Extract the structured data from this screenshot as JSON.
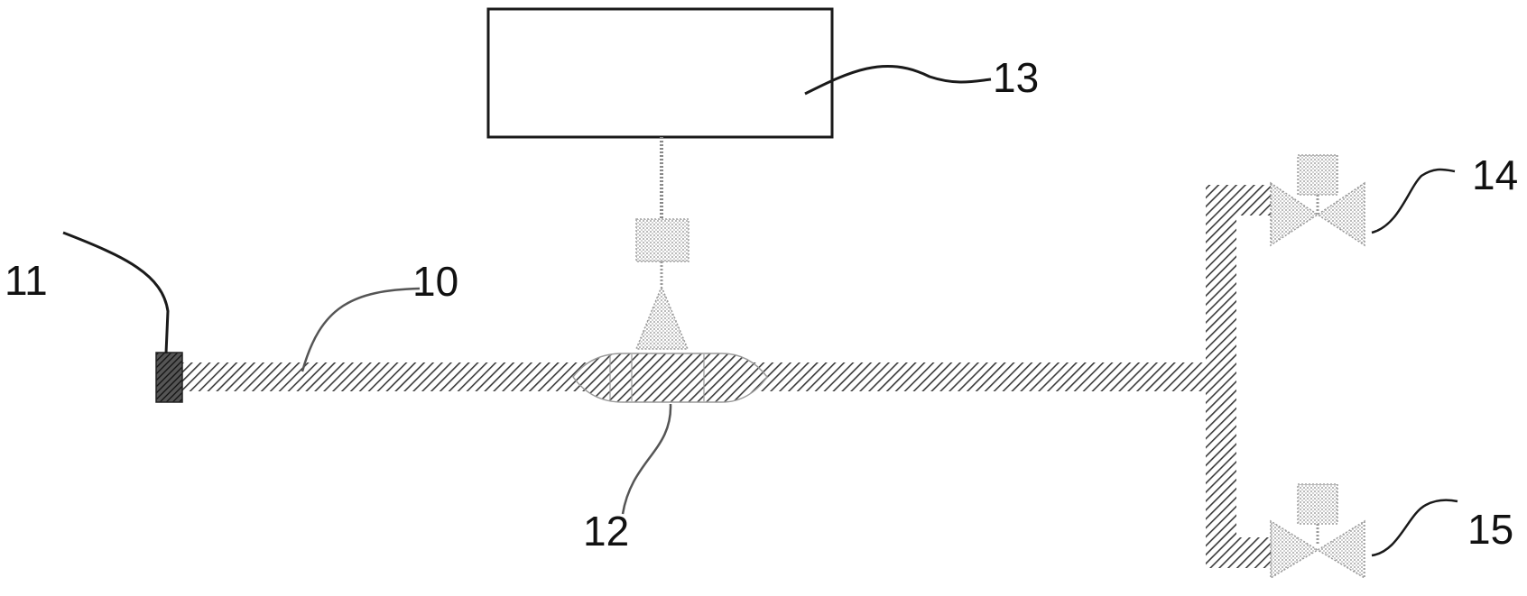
{
  "diagram": {
    "labels": {
      "pipe": "10",
      "end_cap": "11",
      "venturi": "12",
      "controller": "13",
      "upper_valve": "14",
      "lower_valve": "15"
    },
    "colors": {
      "line": "#1a1a1a",
      "hatch": "#3a3a3a",
      "dotted": "#9a9a9a",
      "background": "#ffffff"
    }
  }
}
